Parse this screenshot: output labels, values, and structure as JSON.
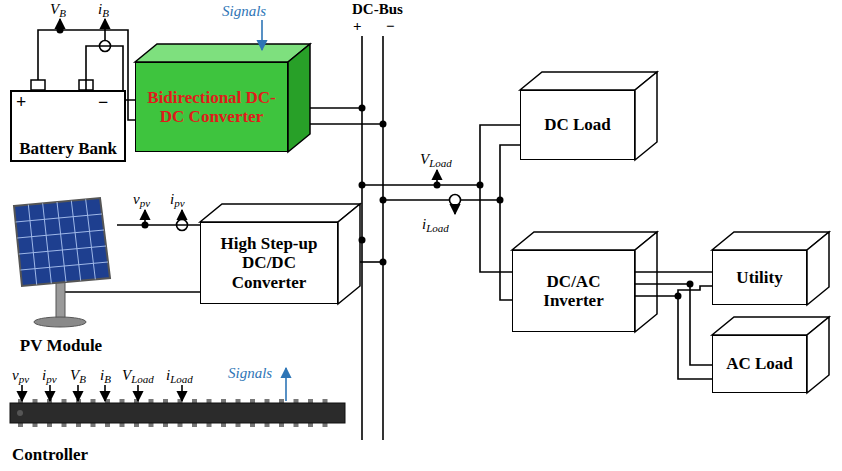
{
  "diagram": {
    "nodes": [
      {
        "text": [
          "Battery Bank"
        ]
      },
      {
        "text": [
          "Bidirectional DC-DC Converter"
        ]
      },
      {
        "text": [
          "DC Load"
        ]
      },
      {
        "text": [
          "PV Module"
        ]
      },
      {
        "text": [
          "High Step-up DC/DC Converter"
        ]
      },
      {
        "text": [
          "DC/AC Inverter"
        ]
      },
      {
        "text": [
          "Utility"
        ]
      },
      {
        "text": [
          "AC Load"
        ]
      },
      {
        "text": [
          "Controller"
        ]
      }
    ],
    "edges": [
      {
        "from": 0,
        "to": 1,
        "arrow": "none"
      },
      {
        "from": 3,
        "to": 4,
        "arrow": "none"
      },
      {
        "from": 5,
        "to": 6,
        "arrow": "none"
      },
      {
        "from": 5,
        "to": 7,
        "arrow": "none"
      }
    ],
    "labels": [
      "VB",
      "iB",
      "Signals",
      "DC-Bus",
      "+",
      "−",
      "+",
      "−",
      "vpv",
      "ipv",
      "VLoad",
      "iLoad",
      "vpv",
      "ipv",
      "VB",
      "iB",
      "VLoad",
      "iLoad",
      "Signals"
    ]
  }
}
